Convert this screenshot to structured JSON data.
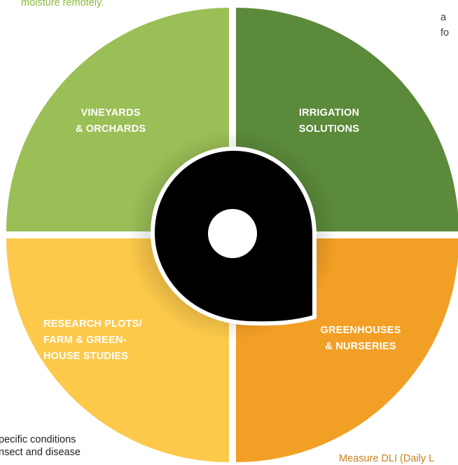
{
  "quadrants": [
    {
      "id": "vineyards",
      "lines": [
        "VINEYARDS",
        "& ORCHARDS"
      ],
      "color": "#9bbf57"
    },
    {
      "id": "irrigation",
      "lines": [
        "IRRIGATION",
        "SOLUTIONS"
      ],
      "color": "#5b8a3a"
    },
    {
      "id": "research",
      "lines": [
        "RESEARCH PLOTS/",
        "FARM & GREEN-",
        "HOUSE STUDIES"
      ],
      "color": "#fcc94a"
    },
    {
      "id": "greenhouses",
      "lines": [
        "GREENHOUSES",
        "& NURSERIES"
      ],
      "color": "#f29f25"
    }
  ],
  "center": {
    "pin_color": "#000000",
    "pin_outline": "#ffffff",
    "dot_color": "#ffffff",
    "icon": "location-pin-icon"
  },
  "snippets": {
    "top_left": "moisture remotely.",
    "top_right_a": "a",
    "top_right_b": "fo",
    "bottom_left_a": "pecific conditions",
    "bottom_left_b": "nsect and disease",
    "bottom_right": "Measure DLI (Daily L"
  }
}
